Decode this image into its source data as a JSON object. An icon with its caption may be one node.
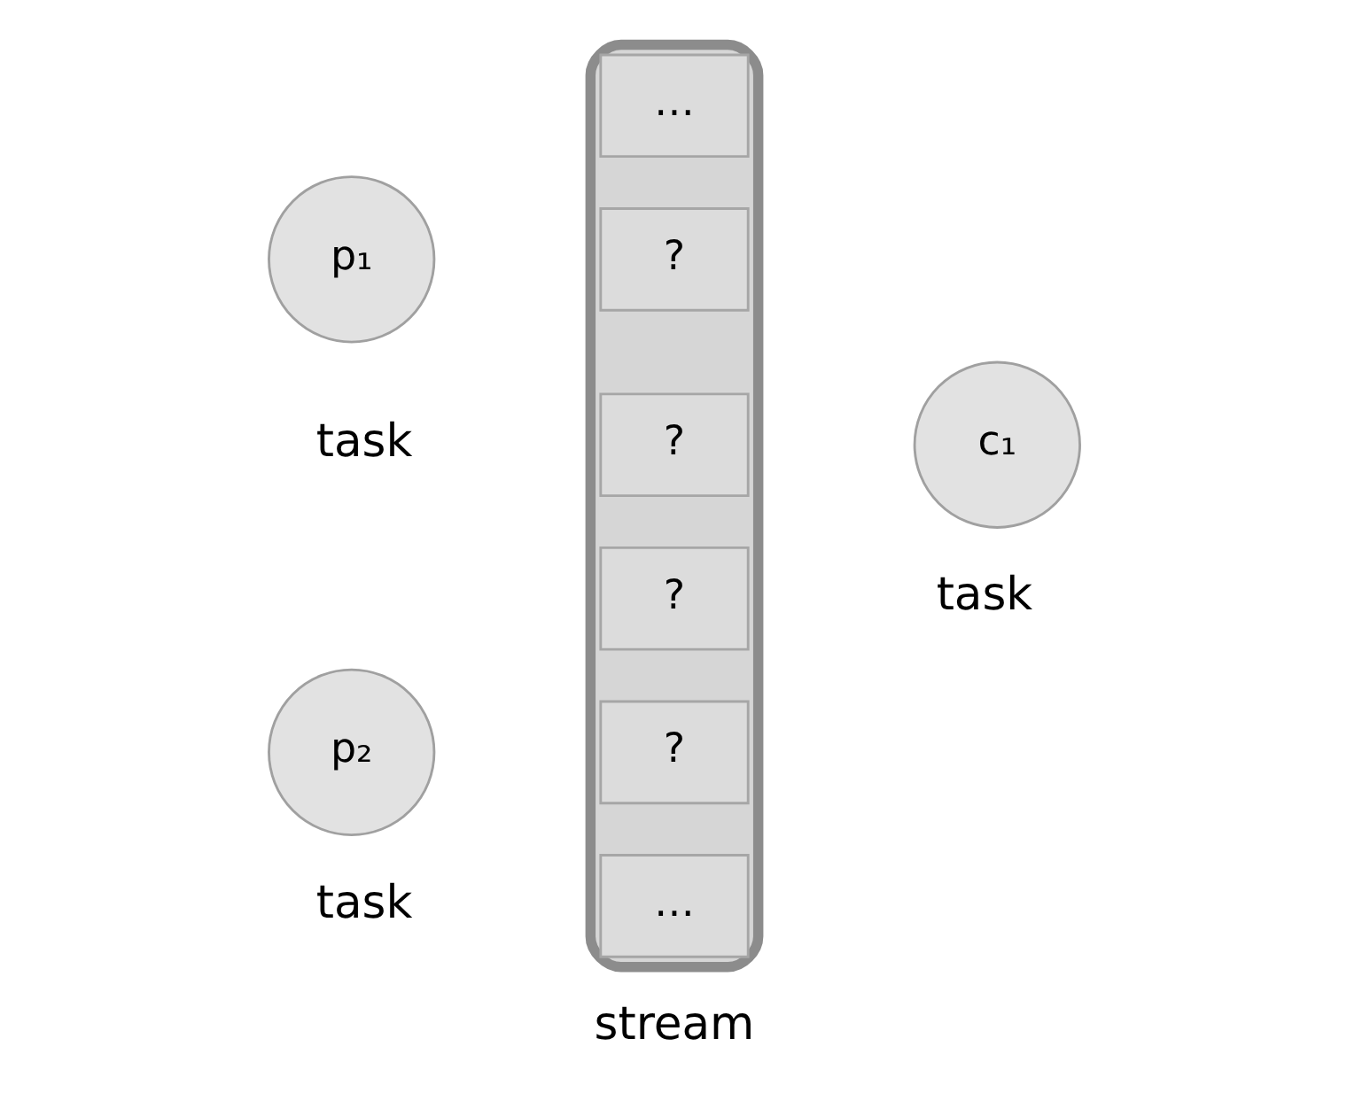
{
  "diagram": {
    "nodes": [
      {
        "text": [
          "p₁"
        ],
        "beside": [
          "task"
        ]
      },
      {
        "text": [
          "p₂"
        ],
        "beside": [
          "task"
        ]
      },
      {
        "text": [],
        "shape": "box",
        "beside": [
          "stream"
        ]
      },
      {
        "text": [
          "…"
        ],
        "in": 2
      },
      {
        "text": [
          "?"
        ],
        "in": 2
      },
      {
        "text": [
          "?"
        ],
        "in": 2
      },
      {
        "text": [
          "?"
        ],
        "in": 2
      },
      {
        "text": [
          "?"
        ],
        "in": 2
      },
      {
        "text": [
          "…"
        ],
        "in": 2
      },
      {
        "text": [
          "c₁"
        ],
        "beside": [
          "task"
        ]
      }
    ],
    "edges": []
  }
}
